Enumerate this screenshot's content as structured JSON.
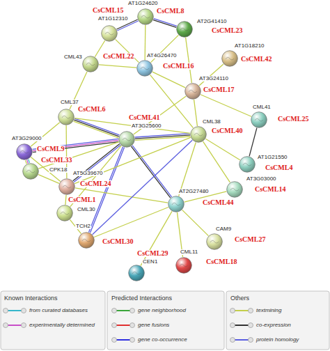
{
  "diagram": {
    "nodes": [
      {
        "text": [
          "AT1G24620",
          "CsCML8"
        ]
      },
      {
        "text": [
          "CsCML15",
          "AT1G12310"
        ]
      },
      {
        "text": [
          "AT2G41410",
          "CsCML23"
        ]
      },
      {
        "text": [
          "CML43",
          "CsCML22"
        ]
      },
      {
        "text": [
          "AT4G26470",
          "CsCML16"
        ]
      },
      {
        "text": [
          "AT1G18210",
          "CsCML42"
        ]
      },
      {
        "text": [
          "AT3G24110",
          "CsCML17"
        ]
      },
      {
        "text": [
          "CML37",
          "CsCML6"
        ]
      },
      {
        "text": [
          "AT3G29000",
          "CsCML9"
        ]
      },
      {
        "text": [
          "CML41",
          "CsCML25"
        ]
      },
      {
        "text": [
          "CsCML41",
          "AT3G25600"
        ]
      },
      {
        "text": [
          "CML38",
          "CsCML40"
        ]
      },
      {
        "text": [
          "AT1G21550",
          "CsCML4"
        ]
      },
      {
        "text": [
          "CsCML33",
          "CPK18"
        ]
      },
      {
        "text": [
          "AT5G39670",
          "CsCML24"
        ]
      },
      {
        "text": [
          "AT3G03000",
          "CsCML14"
        ]
      },
      {
        "text": [
          "AT2G27480",
          "CsCML44"
        ]
      },
      {
        "text": [
          "CsCML1",
          "CML30"
        ]
      },
      {
        "text": [
          "TCH2",
          "CsCML30"
        ]
      },
      {
        "text": [
          "CsCML29",
          "CEN1"
        ]
      },
      {
        "text": [
          "CAM9",
          "CsCML27"
        ]
      },
      {
        "text": [
          "CML11",
          "CsCML18"
        ]
      }
    ],
    "edges": [
      {
        "from": 0,
        "to": 1,
        "arrow": "none"
      },
      {
        "from": 0,
        "to": 2,
        "arrow": "none"
      },
      {
        "from": 0,
        "to": 4,
        "arrow": "none"
      },
      {
        "from": 1,
        "to": 3,
        "arrow": "none"
      },
      {
        "from": 1,
        "to": 4,
        "arrow": "none"
      },
      {
        "from": 3,
        "to": 4,
        "arrow": "none"
      },
      {
        "from": 4,
        "to": 2,
        "arrow": "none"
      },
      {
        "from": 4,
        "to": 6,
        "arrow": "none"
      },
      {
        "from": 2,
        "to": 6,
        "arrow": "none"
      },
      {
        "from": 5,
        "to": 6,
        "arrow": "none"
      },
      {
        "from": 6,
        "to": 10,
        "arrow": "none"
      },
      {
        "from": 6,
        "to": 11,
        "arrow": "none"
      },
      {
        "from": 6,
        "to": 9,
        "arrow": "none"
      },
      {
        "from": 4,
        "to": 11,
        "arrow": "none"
      },
      {
        "from": 7,
        "to": 3,
        "arrow": "none"
      },
      {
        "from": 7,
        "to": 10,
        "arrow": "none"
      },
      {
        "from": 7,
        "to": 8,
        "arrow": "none"
      },
      {
        "from": 7,
        "to": 14,
        "arrow": "none"
      },
      {
        "from": 8,
        "to": 10,
        "arrow": "none"
      },
      {
        "from": 8,
        "to": 13,
        "arrow": "none"
      },
      {
        "from": 8,
        "to": 14,
        "arrow": "none"
      },
      {
        "from": 13,
        "to": 14,
        "arrow": "none"
      },
      {
        "from": 13,
        "to": 10,
        "arrow": "none"
      },
      {
        "from": 10,
        "to": 11,
        "arrow": "none"
      },
      {
        "from": 10,
        "to": 14,
        "arrow": "none"
      },
      {
        "from": 10,
        "to": 16,
        "arrow": "none"
      },
      {
        "from": 10,
        "to": 18,
        "arrow": "none"
      },
      {
        "from": 10,
        "to": 17,
        "arrow": "none"
      },
      {
        "from": 11,
        "to": 14,
        "arrow": "none"
      },
      {
        "from": 11,
        "to": 16,
        "arrow": "none"
      },
      {
        "from": 11,
        "to": 15,
        "arrow": "none"
      },
      {
        "from": 11,
        "to": 7,
        "arrow": "none"
      },
      {
        "from": 11,
        "to": 12,
        "arrow": "none"
      },
      {
        "from": 9,
        "to": 12,
        "arrow": "none"
      },
      {
        "from": 14,
        "to": 16,
        "arrow": "none"
      },
      {
        "from": 14,
        "to": 17,
        "arrow": "none"
      },
      {
        "from": 16,
        "to": 18,
        "arrow": "none"
      },
      {
        "from": 16,
        "to": 19,
        "arrow": "none"
      },
      {
        "from": 16,
        "to": 20,
        "arrow": "none"
      },
      {
        "from": 16,
        "to": 21,
        "arrow": "none"
      },
      {
        "from": 16,
        "to": 15,
        "arrow": "none"
      },
      {
        "from": 17,
        "to": 18,
        "arrow": "none"
      },
      {
        "from": 11,
        "to": 18,
        "arrow": "none"
      }
    ],
    "labels": [
      "Known Interactions",
      "Predicted Interactions",
      "Others"
    ],
    "legend": [
      {
        "text": "from curated databases"
      },
      {
        "text": "experimentally determined"
      },
      {
        "text": "gene neighborhood"
      },
      {
        "text": "gene fusions"
      },
      {
        "text": "gene co-occurrence"
      },
      {
        "text": "textmining"
      },
      {
        "text": "co-expression"
      },
      {
        "text": "protein homology"
      }
    ]
  }
}
